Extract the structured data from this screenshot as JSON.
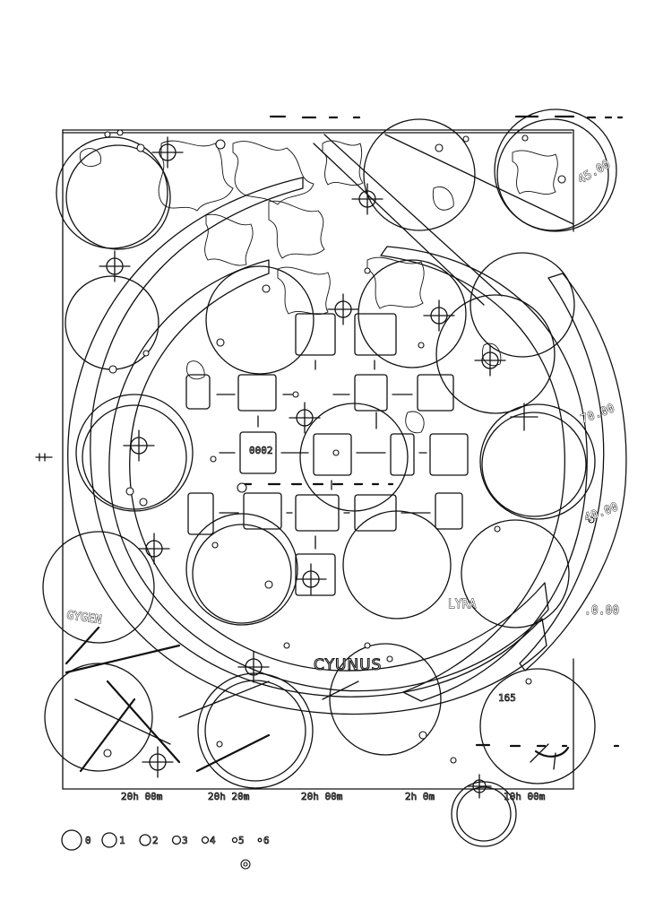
{
  "labels": {
    "cygnus": "CYUNUS",
    "lyra": "LYRA",
    "cygnus_left": "GYGEN",
    "right_top": "45.00",
    "right_mid": "70.00",
    "right_low": "40.00",
    "right_bottom": ".0.00",
    "bottom_small": "165",
    "small_mid": "0002"
  },
  "axis_ticks": [
    "20h 00m",
    "20h 20m",
    "20h 00m",
    "2h 0m",
    "10h 00m"
  ],
  "magnitude_scale": [
    "0",
    "1",
    "2",
    "3",
    "4",
    "5",
    "6"
  ]
}
